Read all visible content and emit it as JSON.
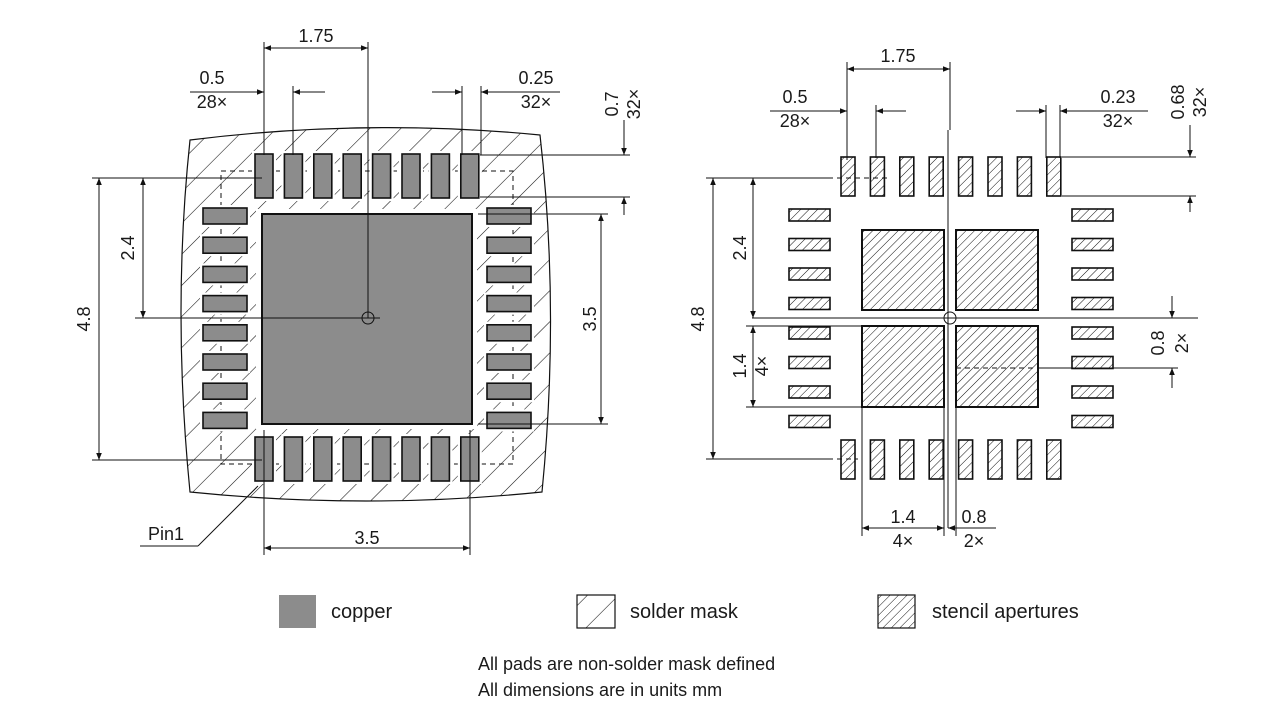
{
  "colors": {
    "copper": "#8c8c8c",
    "line": "#111111",
    "background": "#ffffff"
  },
  "left_view": {
    "dims": {
      "pitch_top": "1.75",
      "pad_width": "0.5",
      "pad_width_qty": "28×",
      "gap": "0.25",
      "gap_qty": "32×",
      "pad_len": "0.7",
      "pad_len_qty": "32×",
      "half_height": "2.4",
      "full_height": "4.8",
      "thermal_height": "3.5",
      "thermal_width": "3.5"
    },
    "pin1_label": "Pin1"
  },
  "right_view": {
    "dims": {
      "pitch_top": "1.75",
      "pad_width": "0.5",
      "pad_width_qty": "28×",
      "gap": "0.23",
      "gap_qty": "32×",
      "pad_len": "0.68",
      "pad_len_qty": "32×",
      "half_height": "2.4",
      "full_height": "4.8",
      "aperture_size": "1.4",
      "aperture_size_qty": "4×",
      "aperture_gap": "0.8",
      "aperture_gap_qty": "2×",
      "bottom_size": "1.4",
      "bottom_size_qty": "4×",
      "bottom_gap": "0.8",
      "bottom_gap_qty": "2×"
    }
  },
  "legend": {
    "copper": "copper",
    "solder_mask": "solder mask",
    "stencil": "stencil apertures"
  },
  "notes": {
    "line1": "All pads are non-solder mask defined",
    "line2": "All dimensions are in units mm"
  }
}
